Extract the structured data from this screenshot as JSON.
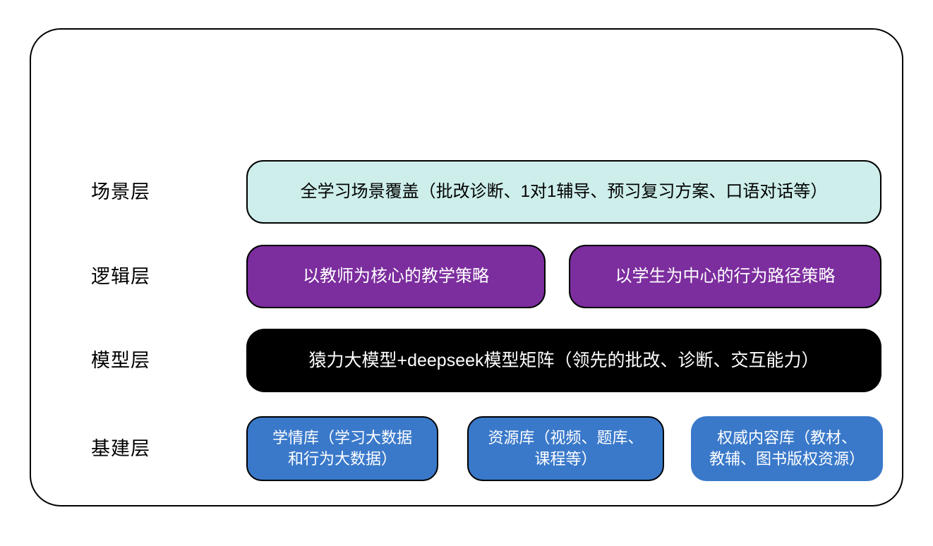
{
  "colors": {
    "scene_fill": "#cdeeea",
    "logic_fill": "#7c2d9e",
    "model_fill": "#000000",
    "infra_fill": "#3a79ca",
    "line": "#000000"
  },
  "rows": [
    {
      "label": "场景层",
      "boxes": [
        {
          "lines": [
            "全学习场景覆盖（批改诊断、1对1辅导、预习复习方案、口语对话等）"
          ]
        }
      ]
    },
    {
      "label": "逻辑层",
      "boxes": [
        {
          "lines": [
            "以教师为核心的教学策略"
          ]
        },
        {
          "lines": [
            "以学生为中心的行为路径策略"
          ]
        }
      ]
    },
    {
      "label": "模型层",
      "boxes": [
        {
          "lines": [
            "猿力大模型+deepseek模型矩阵（领先的批改、诊断、交互能力）"
          ]
        }
      ]
    },
    {
      "label": "基建层",
      "boxes": [
        {
          "lines": [
            "学情库（学习大数据",
            "和行为大数据）"
          ]
        },
        {
          "lines": [
            "资源库（视频、题库、",
            "课程等）"
          ]
        },
        {
          "lines": [
            "权威内容库（教材、",
            "教辅、图书版权资源）"
          ]
        }
      ]
    }
  ]
}
